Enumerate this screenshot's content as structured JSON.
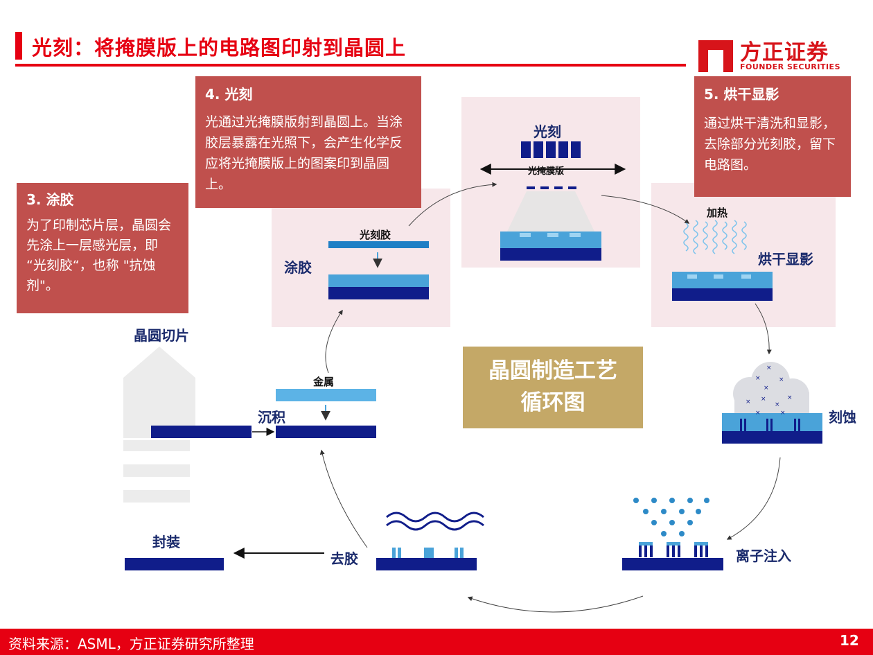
{
  "slide": {
    "title": "光刻：将掩膜版上的电路图印射到晶圆上",
    "logo": {
      "name": "方正证券",
      "sub": "FOUNDER SECURITIES"
    },
    "page_number": "12",
    "source": "资料来源：ASML，方正证券研究所整理"
  },
  "boxes": {
    "step3": {
      "heading": "3. 涂胶",
      "body": "为了印制芯片层，晶圆会先涂上一层感光层，即 “光刻胶“，也称 \"抗蚀剂\"。"
    },
    "step4": {
      "heading": "4. 光刻",
      "body": "光通过光掩膜版射到晶圆上。当涂胶层暴露在光照下，会产生化学反应将光掩膜版上的图案印到晶圆上。"
    },
    "step5": {
      "heading": "5. 烘干显影",
      "body": "通过烘干清洗和显影，去除部分光刻胶，留下电路图。"
    }
  },
  "center": {
    "line1": "晶圆制造工艺",
    "line2": "循环图"
  },
  "labels": {
    "coating": "涂胶",
    "photoresist": "光刻胶",
    "litho": "光刻",
    "mask": "光掩膜版",
    "heat": "加热",
    "bake_develop": "烘干显影",
    "etch": "刻蚀",
    "ion": "离子注入",
    "strip": "去胶",
    "package": "封装",
    "dicing": "晶圆切片",
    "deposit": "沉积",
    "metal": "金属"
  },
  "colors": {
    "brand_red": "#e60012",
    "box_red": "#c0504d",
    "navy": "#101d8a",
    "light_blue": "#4aa3d9",
    "gold": "#c4a867",
    "pink_bg": "#f7e7ea"
  }
}
